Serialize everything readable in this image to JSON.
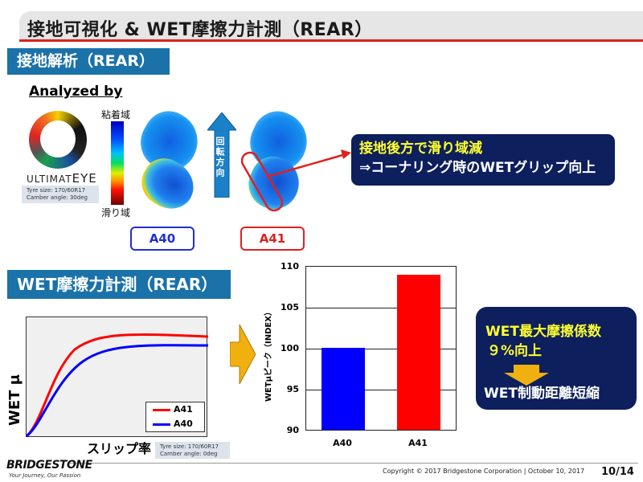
{
  "title": "接地可視化 & WET摩擦力計測（REAR）",
  "section1": {
    "heading": "接地解析（REAR）",
    "analyzed_by": "Analyzed by",
    "logo": {
      "prefix": "ULTIMAT",
      "suffix": "EYE"
    },
    "tyre_info": {
      "size": "Tyre size:  170/60R17",
      "camber": "Camber angle: 30deg"
    },
    "colorbar": {
      "top_label": "粘着域",
      "bottom_label": "滑り域"
    },
    "rotation_label": "回転方向",
    "tags": {
      "a40": "A40",
      "a41": "A41"
    },
    "callout": {
      "line1": "接地後方で滑り域減",
      "line2": "⇒コーナリング時のWETグリップ向上"
    }
  },
  "section2": {
    "heading": "WET摩擦力計測（REAR）",
    "curve_chart": {
      "ylabel": "WET μ",
      "xlabel": "スリップ率",
      "legend": [
        "A41",
        "A40"
      ]
    },
    "tyre_info": {
      "size": "Tyre size:  170/60R17",
      "camber": "Camber angle: 0deg"
    },
    "bar_chart": {
      "ylabel": "WETμピーク（INDEX）",
      "yticks": [
        "110",
        "105",
        "100",
        "95",
        "90"
      ],
      "xticks": [
        "A40",
        "A41"
      ]
    },
    "callout": {
      "line1": "WET最大摩擦係数",
      "line2": "９%向上",
      "line3": "WET制動距離短縮"
    }
  },
  "chart_data": [
    {
      "type": "bar",
      "title": "",
      "categories": [
        "A40",
        "A41"
      ],
      "values": [
        100,
        109
      ],
      "colors": [
        "#0000ff",
        "#ff0000"
      ],
      "xlabel": "",
      "ylabel": "WETμピーク（INDEX）",
      "ylim": [
        90,
        110
      ],
      "yticks": [
        90,
        95,
        100,
        105,
        110
      ],
      "grid": true
    },
    {
      "type": "line",
      "title": "",
      "xlabel": "スリップ率",
      "ylabel": "WET μ",
      "series": [
        {
          "name": "A41",
          "color": "#ff0000",
          "shape": "rises steeply then plateaus higher"
        },
        {
          "name": "A40",
          "color": "#0000ff",
          "shape": "rises steeply then plateaus lower"
        }
      ],
      "legend_position": "lower right"
    }
  ],
  "footer": {
    "brand": "BRIDGESTONE",
    "tagline": "Your Journey, Our Passion",
    "copyright": "Copyright © 2017 Bridgestone Corporation | October 10, 2017",
    "page": "10/14"
  }
}
